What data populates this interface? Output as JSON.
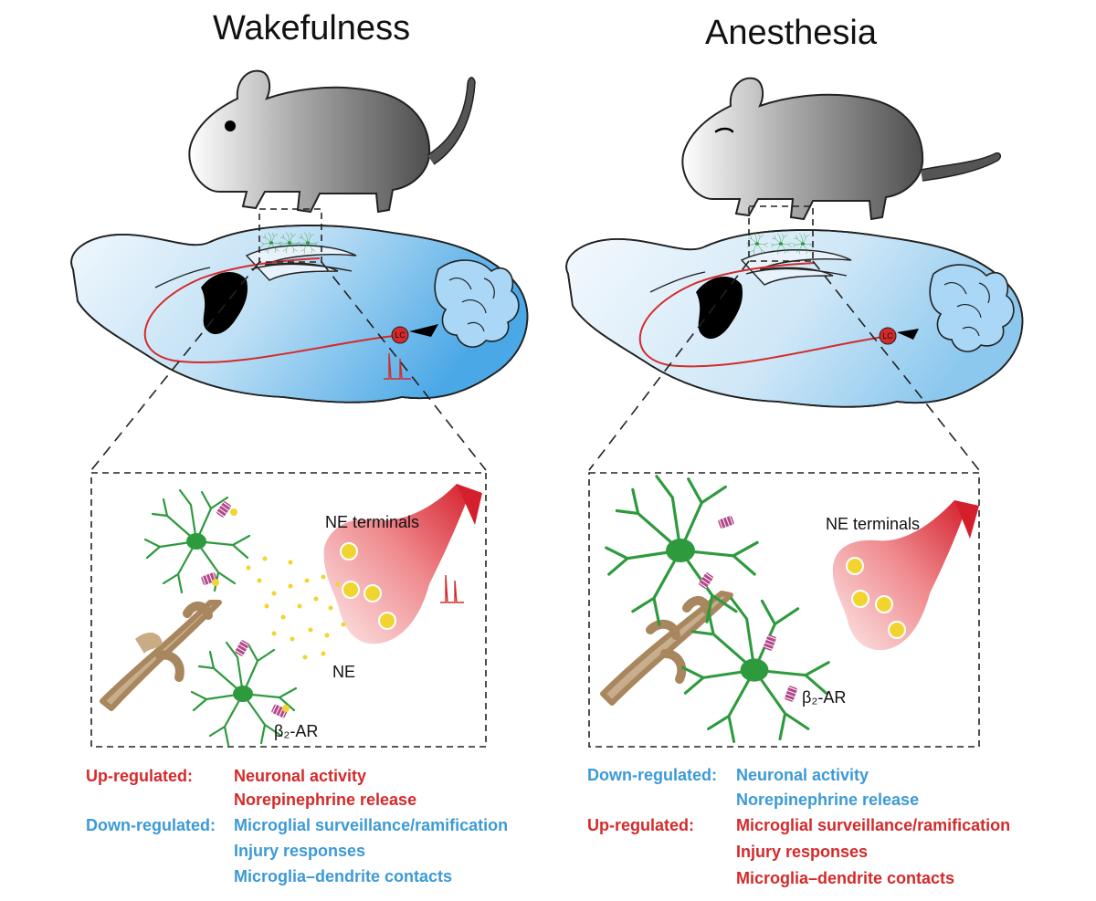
{
  "panels": {
    "left": {
      "title": "Wakefulness",
      "terminal_label": "NE terminals",
      "ne_label": "NE",
      "receptor_label": "β₂-AR",
      "lc_label": "LC",
      "legend": [
        {
          "category": "Up-regulated:",
          "items": [
            "Neuronal activity",
            "Norepinephrine release"
          ],
          "color": "#d42a2a"
        },
        {
          "category": "Down-regulated:",
          "items": [
            "Microglial surveillance/ramification",
            "Injury responses",
            "Microglia–dendrite contacts"
          ],
          "color": "#3c9ad6"
        }
      ]
    },
    "right": {
      "title": "Anesthesia",
      "terminal_label": "NE terminals",
      "receptor_label": "β₂-AR",
      "lc_label": "LC",
      "legend": [
        {
          "category": "Down-regulated:",
          "items": [
            "Neuronal activity",
            "Norepinephrine release"
          ],
          "color": "#3c9ad6"
        },
        {
          "category": "Up-regulated:",
          "items": [
            "Microglial surveillance/ramification",
            "Injury responses",
            "Microglia–dendrite contacts"
          ],
          "color": "#d42a2a"
        }
      ]
    }
  },
  "colors": {
    "up": "#d42a2a",
    "down": "#3c9ad6",
    "microglia": "#2e9a3e",
    "terminal": "#d9303a",
    "ne_vesicle": "#f2d431",
    "receptor": "#b3478a",
    "dendrite": "#c9ab86"
  },
  "icons": [
    "mouse-awake-icon",
    "mouse-asleep-icon",
    "brain-sagittal-icon",
    "microglia-icon",
    "dendrite-icon",
    "receptor-icon",
    "spike-trace-icon"
  ]
}
